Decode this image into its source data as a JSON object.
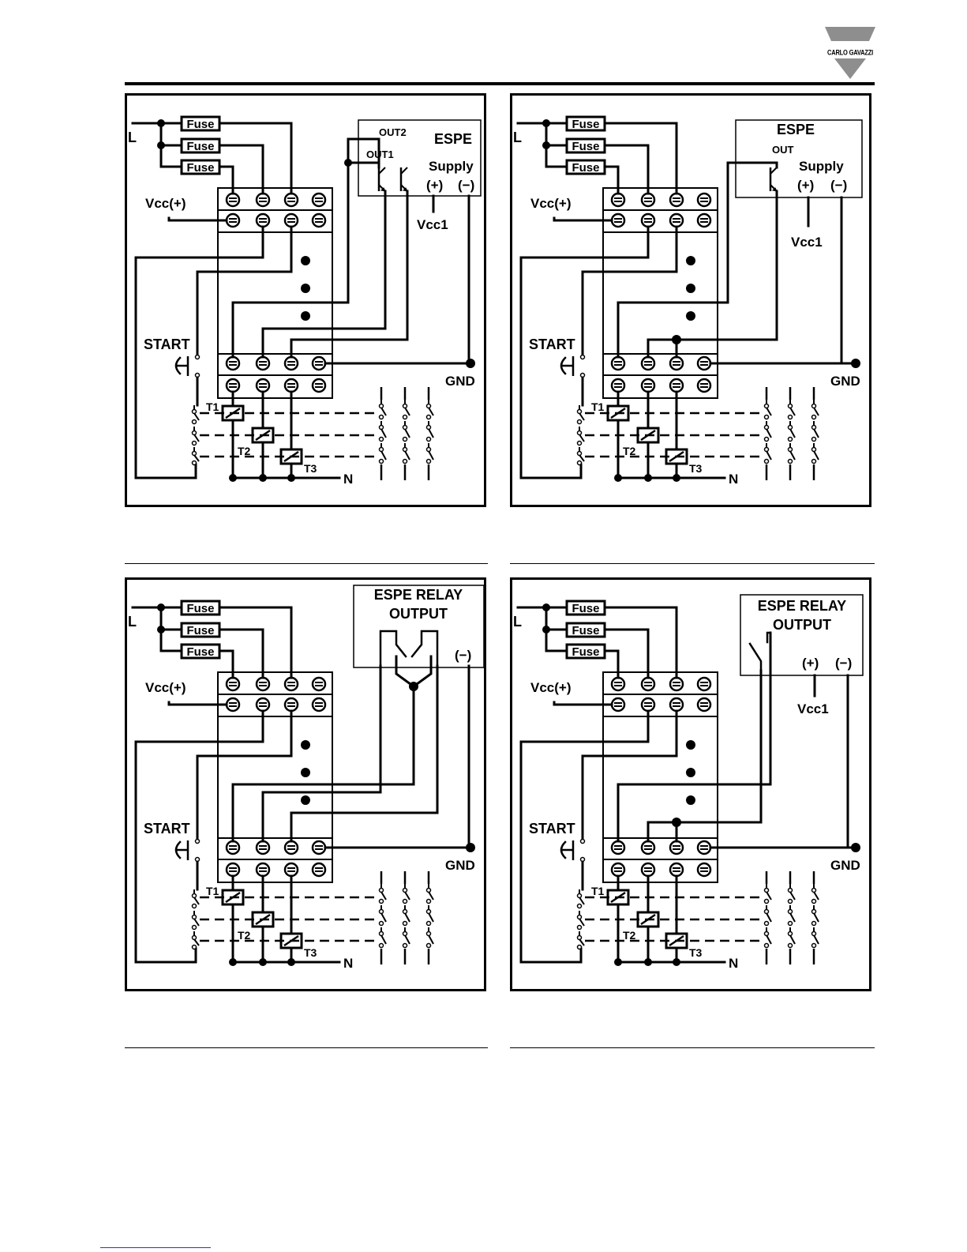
{
  "header": {
    "brand": "CARLO GAVAZZI"
  },
  "labels": {
    "fuse": "Fuse",
    "line": "L",
    "vcc": "Vcc(+)",
    "start": "START",
    "gnd": "GND",
    "neutral": "N",
    "t1": "T1",
    "t2": "T2",
    "t3": "T3",
    "espe": "ESPE",
    "supply": "Supply",
    "plus": "(+)",
    "minus": "(−)",
    "vcc1": "Vcc1",
    "out": "OUT",
    "out1": "OUT1",
    "out2": "OUT2",
    "relay_line1": "ESPE  RELAY",
    "relay_line2": "OUTPUT"
  },
  "colors": {
    "ink": "#000000",
    "paper": "#ffffff",
    "link": "#2b33d6"
  }
}
